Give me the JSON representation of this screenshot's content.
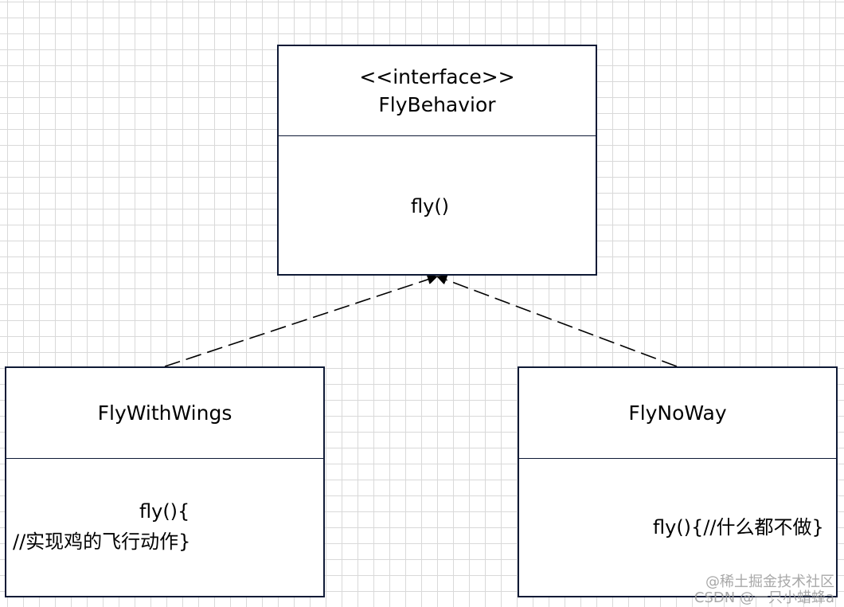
{
  "interface": {
    "stereotype": "<<interface>>",
    "name": "FlyBehavior",
    "method": "fly()"
  },
  "fly_with_wings": {
    "name": "FlyWithWings",
    "method_line1": "fly(){",
    "method_line2": "//实现鸡的飞行动作}"
  },
  "fly_no_way": {
    "name": "FlyNoWay",
    "method": "fly(){//什么都不做}"
  },
  "watermark": {
    "line1": "@稀土掘金技术社区",
    "line2": "CSDN @一只小蜡蜂a"
  },
  "colors": {
    "border": "#0f1a36",
    "grid": "#d9d9d9",
    "watermark": "#9a9a9a"
  }
}
